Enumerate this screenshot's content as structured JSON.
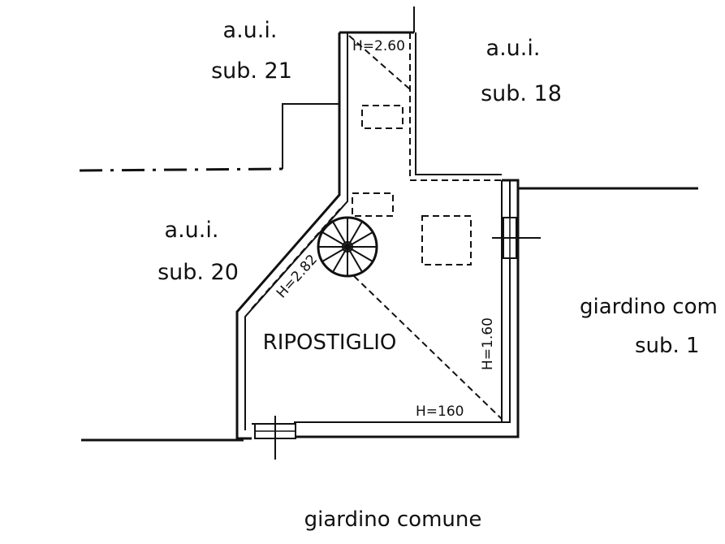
{
  "plan": {
    "neighbor_21": {
      "line1": "a.u.i.",
      "line2": "sub. 21"
    },
    "neighbor_18": {
      "line1": "a.u.i.",
      "line2": "sub. 18"
    },
    "neighbor_20": {
      "line1": "a.u.i.",
      "line2": "sub. 20"
    },
    "garden_east": {
      "line1": "giardino com",
      "line2": "sub. 1"
    },
    "garden_south": {
      "line1": "giardino comune"
    },
    "room_label": "RIPOSTIGLIO",
    "heights": {
      "top": "H=2.60",
      "diagonal": "H=2.82",
      "right": "H=1.60",
      "bottom": "H=160"
    }
  }
}
